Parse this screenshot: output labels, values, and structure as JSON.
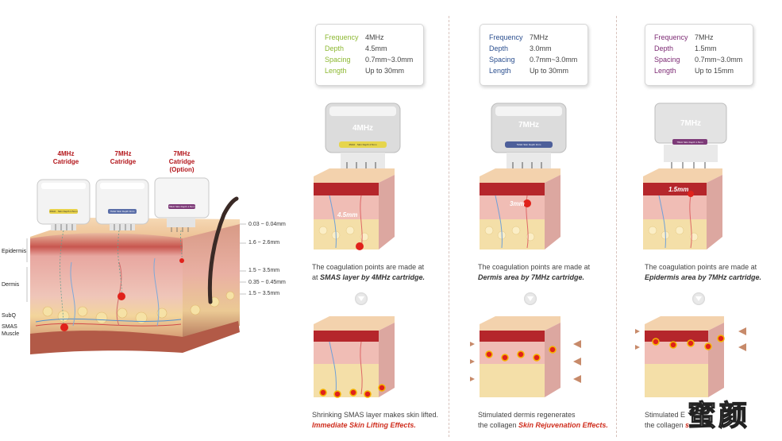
{
  "left": {
    "cartridges": [
      {
        "label": "4MHz\nCatridge",
        "mini": "4MHz · Skin Depth 4.5mm"
      },
      {
        "label": "7MHz\nCatridge",
        "mini": "7MHz Skin Depth 3mm"
      },
      {
        "label": "7MHz\nCatridge\n(Option)",
        "mini": "7MHz Skin Depth 1.5mm"
      }
    ],
    "depths": [
      "0.03 ~ 0.04mm",
      "1.6 ~ 2.6mm",
      "1.5 ~ 3.5mm",
      "0.35 ~ 0.45mm",
      "1.5 ~ 3.5mm"
    ],
    "layers": [
      "Epidermis",
      "Dermis",
      "SubQ",
      "SMAS\nMuscle"
    ]
  },
  "panels": [
    {
      "spec": {
        "frequency": "4MHz",
        "depth": "4.5mm",
        "spacing": "0.7mm~3.0mm",
        "length": "Up to 30mm"
      },
      "key_color": "#8db832",
      "handpiece": "4MHz",
      "mini": "4MHz · Skin Depth 4.5mm",
      "depth_tag": "4.5mm",
      "desc_line1": "The coagulation points are made at",
      "desc_line2_plain": "",
      "desc_bold": "SMAS layer by 4MHz cartridge.",
      "desc_prefix": "at ",
      "result_line1": "Shrinking SMAS layer makes skin lifted.",
      "result_plain": "",
      "result_effect": "Immediate Skin Lifting Effects."
    },
    {
      "spec": {
        "frequency": "7MHz",
        "depth": "3.0mm",
        "spacing": "0.7mm~3.0mm",
        "length": "Up to 30mm"
      },
      "key_color": "#2b4f8f",
      "handpiece": "7MHz",
      "mini": "7MHz Skin Depth 3mm",
      "depth_tag": "3mm",
      "desc_line1": "The coagulation points are made at",
      "desc_prefix": "",
      "desc_bold": "Dermis area by 7MHz cartridge.",
      "result_line1": "Stimulated dermis regenerates",
      "result_plain": "the collagen ",
      "result_effect": "Skin Rejuvenation Effects."
    },
    {
      "spec": {
        "frequency": "7MHz",
        "depth": "1.5mm",
        "spacing": "0.7mm~3.0mm",
        "length": "Up to 15mm"
      },
      "key_color": "#7d2b74",
      "handpiece": "7MHz",
      "mini": "7MHz Skin Depth 1.5mm",
      "depth_tag": "1.5mm",
      "desc_line1": "The coagulation points are made at",
      "desc_prefix": "",
      "desc_bold": "Epidermis area by 7MHz cartridge.",
      "result_line1": "Stimulated E",
      "result_plain": "the collagen ",
      "result_effect": "s."
    }
  ],
  "spec_keys": {
    "frequency": "Frequency",
    "depth": "Depth",
    "spacing": "Spacing",
    "length": "Length"
  },
  "watermark": "蜜颜"
}
